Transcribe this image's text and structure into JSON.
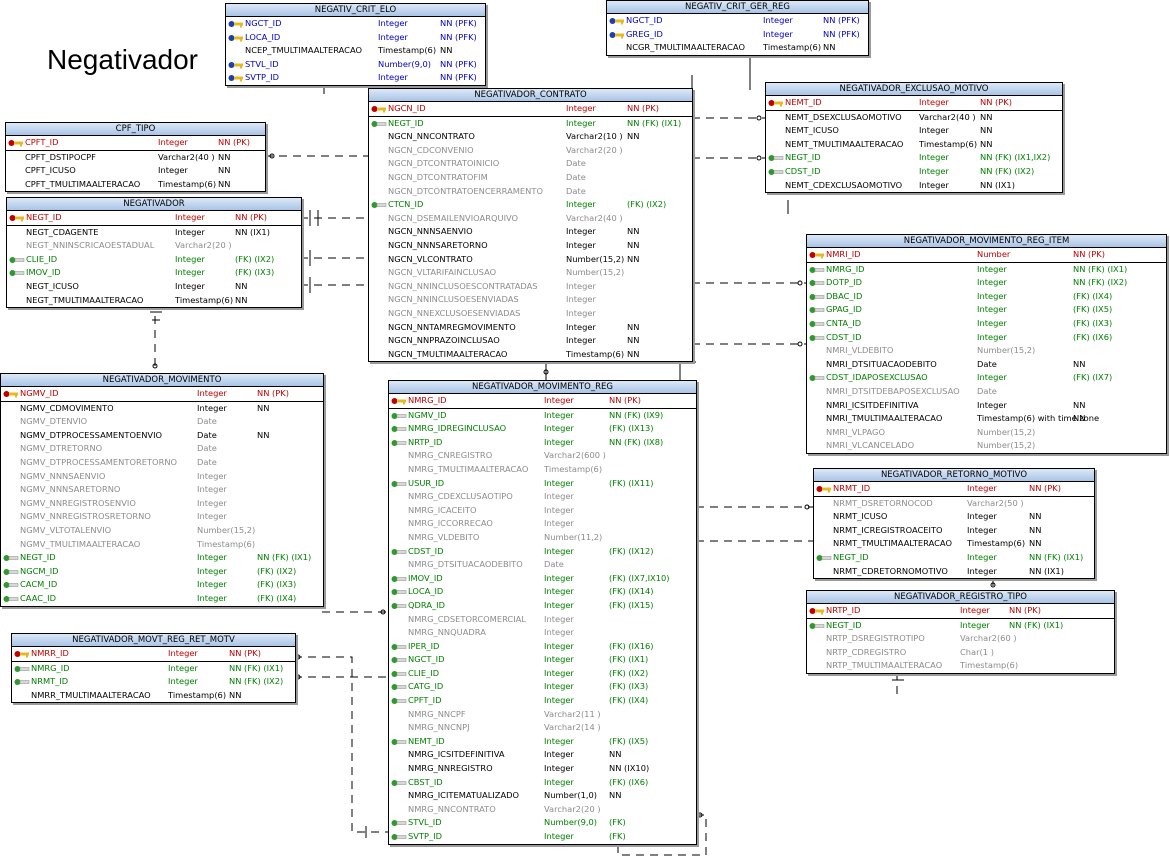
{
  "title": "Negativador",
  "colors": {
    "pk": "#c00000",
    "fk": "#008000",
    "pfk": "#0000c8",
    "nn": "#000000",
    "nullable": "#8c8c8c",
    "header": "#b8cfee"
  },
  "entities": [
    {
      "id": "crit_elo",
      "name": "NEGATIV_CRIT_ELO",
      "cols": [
        [
          "NGCT_ID",
          "Integer",
          "NN (PFK)",
          "pf"
        ],
        [
          "LOCA_ID",
          "Integer",
          "NN (PFK)",
          "pf"
        ],
        [
          "NCEP_TMULTIMAALTERACAO",
          "Timestamp(6)",
          "NN",
          "nn"
        ],
        [
          "STVL_ID",
          "Number(9,0)",
          "NN (PFK)",
          "pf"
        ],
        [
          "SVTP_ID",
          "Integer",
          "NN (PFK)",
          "pf"
        ]
      ]
    },
    {
      "id": "crit_ger",
      "name": "NEGATIV_CRIT_GER_REG",
      "cols": [
        [
          "NGCT_ID",
          "Integer",
          "NN (PFK)",
          "pf"
        ],
        [
          "GREG_ID",
          "Integer",
          "NN (PFK)",
          "pf"
        ],
        [
          "NCGR_TMULTIMAALTERACAO",
          "Timestamp(6)",
          "NN",
          "nn"
        ]
      ]
    },
    {
      "id": "cpf_tipo",
      "name": "CPF_TIPO",
      "cols": [
        [
          "CPFT_ID",
          "Integer",
          "NN (PK)",
          "pk"
        ],
        [
          "CPFT_DSTIPOCPF",
          "Varchar2(40 )",
          "NN",
          "nn"
        ],
        [
          "CPFT_ICUSO",
          "Integer",
          "NN",
          "nn"
        ],
        [
          "CPFT_TMULTIMAALTERACAO",
          "Timestamp(6)",
          "NN",
          "nn"
        ]
      ]
    },
    {
      "id": "negativador",
      "name": "NEGATIVADOR",
      "cols": [
        [
          "NEGT_ID",
          "Integer",
          "NN (PK)",
          "pk"
        ],
        [
          "NEGT_CDAGENTE",
          "Integer",
          "NN        (IX1)",
          "nn"
        ],
        [
          "NEGT_NNINSCRICAOESTADUAL",
          "Varchar2(20 )",
          "",
          "nu"
        ],
        [
          "CLIE_ID",
          "Integer",
          "(FK)  (IX2)",
          "fk"
        ],
        [
          "IMOV_ID",
          "Integer",
          "(FK)  (IX3)",
          "fk"
        ],
        [
          "NEGT_ICUSO",
          "Integer",
          "NN",
          "nn"
        ],
        [
          "NEGT_TMULTIMAALTERACAO",
          "Timestamp(6)",
          "NN",
          "nn"
        ]
      ]
    },
    {
      "id": "contrato",
      "name": "NEGATIVADOR_CONTRATO",
      "cols": [
        [
          "NGCN_ID",
          "Integer",
          "NN (PK)",
          "pk"
        ],
        [
          "NEGT_ID",
          "Integer",
          "NN (FK)  (IX1)",
          "fk"
        ],
        [
          "NGCN_NNCONTRATO",
          "Varchar2(10 )",
          "NN",
          "nn"
        ],
        [
          "NGCN_CDCONVENIO",
          "Varchar2(20 )",
          "",
          "nu"
        ],
        [
          "NGCN_DTCONTRATOINICIO",
          "Date",
          "",
          "nu"
        ],
        [
          "NGCN_DTCONTRATOFIM",
          "Date",
          "",
          "nu"
        ],
        [
          "NGCN_DTCONTRATOENCERRAMENTO",
          "Date",
          "",
          "nu"
        ],
        [
          "CTCN_ID",
          "Integer",
          "(FK)  (IX2)",
          "fk"
        ],
        [
          "NGCN_DSEMAILENVIOARQUIVO",
          "Varchar2(40 )",
          "",
          "nu"
        ],
        [
          "NGCN_NNNSAENVIO",
          "Integer",
          "NN",
          "nn"
        ],
        [
          "NGCN_NNNSARETORNO",
          "Integer",
          "NN",
          "nn"
        ],
        [
          "NGCN_VLCONTRATO",
          "Number(15,2)",
          "NN",
          "nn"
        ],
        [
          "NGCN_VLTARIFAINCLUSAO",
          "Number(15,2)",
          "",
          "nu"
        ],
        [
          "NGCN_NNINCLUSOESCONTRATADAS",
          "Integer",
          "",
          "nu"
        ],
        [
          "NGCN_NNINCLUSOESENVIADAS",
          "Integer",
          "",
          "nu"
        ],
        [
          "NGCN_NNEXCLUSOESENVIADAS",
          "Integer",
          "",
          "nu"
        ],
        [
          "NGCN_NNTAMREGMOVIMENTO",
          "Integer",
          "NN",
          "nn"
        ],
        [
          "NGCN_NNPRAZOINCLUSAO",
          "Integer",
          "NN",
          "nn"
        ],
        [
          "NGCN_TMULTIMAALTERACAO",
          "Timestamp(6)",
          "NN",
          "nn"
        ]
      ]
    },
    {
      "id": "exclusao",
      "name": "NEGATIVADOR_EXCLUSAO_MOTIVO",
      "cols": [
        [
          "NEMT_ID",
          "Integer",
          "NN (PK)",
          "pk"
        ],
        [
          "NEMT_DSEXCLUSAOMOTIVO",
          "Varchar2(40 )",
          "NN",
          "nn"
        ],
        [
          "NEMT_ICUSO",
          "Integer",
          "NN",
          "nn"
        ],
        [
          "NEMT_TMULTIMAALTERACAO",
          "Timestamp(6)",
          "NN",
          "nn"
        ],
        [
          "NEGT_ID",
          "Integer",
          "NN (FK)  (IX1,IX2)",
          "fk"
        ],
        [
          "CDST_ID",
          "Integer",
          "NN (FK)  (IX2)",
          "fk"
        ],
        [
          "NEMT_CDEXCLUSAOMOTIVO",
          "Integer",
          "NN          (IX1)",
          "nn"
        ]
      ]
    },
    {
      "id": "reg_item",
      "name": "NEGATIVADOR_MOVIMENTO_REG_ITEM",
      "cols": [
        [
          "NMRI_ID",
          "Number",
          "NN (PK)",
          "pk"
        ],
        [
          "NMRG_ID",
          "Integer",
          "NN (FK)  (IX1)",
          "fk"
        ],
        [
          "DOTP_ID",
          "Integer",
          "NN (FK)  (IX2)",
          "fk"
        ],
        [
          "DBAC_ID",
          "Integer",
          "(FK)  (IX4)",
          "fk"
        ],
        [
          "GPAG_ID",
          "Integer",
          "(FK)  (IX5)",
          "fk"
        ],
        [
          "CNTA_ID",
          "Integer",
          "(FK)  (IX3)",
          "fk"
        ],
        [
          "CDST_ID",
          "Integer",
          "(FK)  (IX6)",
          "fk"
        ],
        [
          "NMRI_VLDEBITO",
          "Number(15,2)",
          "",
          "nu"
        ],
        [
          "NMRI_DTSITUACAODEBITO",
          "Date",
          "NN",
          "nn"
        ],
        [
          "CDST_IDAPOSEXCLUSAO",
          "Integer",
          "(FK)  (IX7)",
          "fk"
        ],
        [
          "NMRI_DTSITDEBAPOSEXCLUSAO",
          "Date",
          "",
          "nu"
        ],
        [
          "NMRI_ICSITDEFINITIVA",
          "Integer",
          "NN",
          "nn"
        ],
        [
          "NMRI_TMULTIMAALTERACAO",
          "Timestamp(6) with time zone",
          "NN",
          "nn"
        ],
        [
          "NMRI_VLPAGO",
          "Number(15,2)",
          "",
          "nu"
        ],
        [
          "NMRI_VLCANCELADO",
          "Number(15,2)",
          "",
          "nu"
        ]
      ]
    },
    {
      "id": "movimento",
      "name": "NEGATIVADOR_MOVIMENTO",
      "cols": [
        [
          "NGMV_ID",
          "Integer",
          "NN (PK)",
          "pk"
        ],
        [
          "NGMV_CDMOVIMENTO",
          "Integer",
          "NN",
          "nn"
        ],
        [
          "NGMV_DTENVIO",
          "Date",
          "",
          "nu"
        ],
        [
          "NGMV_DTPROCESSAMENTOENVIO",
          "Date",
          "NN",
          "nn"
        ],
        [
          "NGMV_DTRETORNO",
          "Date",
          "",
          "nu"
        ],
        [
          "NGMV_DTPROCESSAMENTORETORNO",
          "Date",
          "",
          "nu"
        ],
        [
          "NGMV_NNNSAENVIO",
          "Integer",
          "",
          "nu"
        ],
        [
          "NGMV_NNNSARETORNO",
          "Integer",
          "",
          "nu"
        ],
        [
          "NGMV_NNREGISTROSENVIO",
          "Integer",
          "",
          "nu"
        ],
        [
          "NGMV_NNREGISTROSRETORNO",
          "Integer",
          "",
          "nu"
        ],
        [
          "NGMV_VLTOTALENVIO",
          "Number(15,2)",
          "",
          "nu"
        ],
        [
          "NGMV_TMULTIMAALTERACAO",
          "Timestamp(6)",
          "",
          "nu"
        ],
        [
          "NEGT_ID",
          "Integer",
          "NN (FK)  (IX1)",
          "fk"
        ],
        [
          "NGCM_ID",
          "Integer",
          "(FK)  (IX2)",
          "fk"
        ],
        [
          "CACM_ID",
          "Integer",
          "(FK)  (IX3)",
          "fk"
        ],
        [
          "CAAC_ID",
          "Integer",
          "(FK)  (IX4)",
          "fk"
        ]
      ]
    },
    {
      "id": "mov_reg",
      "name": "NEGATIVADOR_MOVIMENTO_REG",
      "cols": [
        [
          "NMRG_ID",
          "Integer",
          "NN (PK)",
          "pk"
        ],
        [
          "NGMV_ID",
          "Integer",
          "NN (FK)  (IX9)",
          "fk"
        ],
        [
          "NMRG_IDREGINCLUSAO",
          "Integer",
          "(FK)  (IX13)",
          "fk"
        ],
        [
          "NRTP_ID",
          "Integer",
          "NN (FK)  (IX8)",
          "fk"
        ],
        [
          "NMRG_CNREGISTRO",
          "Varchar2(600 )",
          "",
          "nu"
        ],
        [
          "NMRG_TMULTIMAALTERACAO",
          "Timestamp(6)",
          "",
          "nu"
        ],
        [
          "USUR_ID",
          "Integer",
          "(FK)  (IX11)",
          "fk"
        ],
        [
          "NMRG_CDEXCLUSAOTIPO",
          "Integer",
          "",
          "nu"
        ],
        [
          "NMRG_ICACEITO",
          "Integer",
          "",
          "nu"
        ],
        [
          "NMRG_ICCORRECAO",
          "Integer",
          "",
          "nu"
        ],
        [
          "NMRG_VLDEBITO",
          "Number(11,2)",
          "",
          "nu"
        ],
        [
          "CDST_ID",
          "Integer",
          "(FK)  (IX12)",
          "fk"
        ],
        [
          "NMRG_DTSITUACAODEBITO",
          "Date",
          "",
          "nu"
        ],
        [
          "IMOV_ID",
          "Integer",
          "(FK)  (IX7,IX10)",
          "fk"
        ],
        [
          "LOCA_ID",
          "Integer",
          "(FK)  (IX14)",
          "fk"
        ],
        [
          "QDRA_ID",
          "Integer",
          "(FK)  (IX15)",
          "fk"
        ],
        [
          "NMRG_CDSETORCOMERCIAL",
          "Integer",
          "",
          "nu"
        ],
        [
          "NMRG_NNQUADRA",
          "Integer",
          "",
          "nu"
        ],
        [
          "IPER_ID",
          "Integer",
          "(FK)  (IX16)",
          "fk"
        ],
        [
          "NGCT_ID",
          "Integer",
          "(FK)  (IX1)",
          "fk"
        ],
        [
          "CLIE_ID",
          "Integer",
          "(FK)  (IX2)",
          "fk"
        ],
        [
          "CATG_ID",
          "Integer",
          "(FK)  (IX3)",
          "fk"
        ],
        [
          "CPFT_ID",
          "Integer",
          "(FK)  (IX4)",
          "fk"
        ],
        [
          "NMRG_NNCPF",
          "Varchar2(11 )",
          "",
          "nu"
        ],
        [
          "NMRG_NNCNPJ",
          "Varchar2(14 )",
          "",
          "nu"
        ],
        [
          "NEMT_ID",
          "Integer",
          "(FK)  (IX5)",
          "fk"
        ],
        [
          "NMRG_ICSITDEFINITIVA",
          "Integer",
          "NN",
          "nn"
        ],
        [
          "NMRG_NNREGISTRO",
          "Integer",
          "NN        (IX10)",
          "nn"
        ],
        [
          "CBST_ID",
          "Integer",
          "(FK)  (IX6)",
          "fk"
        ],
        [
          "NMRG_ICITEMATUALIZADO",
          "Number(1,0)",
          "NN",
          "nn"
        ],
        [
          "NMRG_NNCONTRATO",
          "Varchar2(20 )",
          "",
          "nu"
        ],
        [
          "STVL_ID",
          "Number(9,0)",
          "(FK)",
          "fk"
        ],
        [
          "SVTP_ID",
          "Integer",
          "(FK)",
          "fk"
        ]
      ]
    },
    {
      "id": "ret_motv",
      "name": "NEGATIVADOR_MOVT_REG_RET_MOTV",
      "cols": [
        [
          "NMRR_ID",
          "Integer",
          "NN (PK)",
          "pk"
        ],
        [
          "NMRG_ID",
          "Integer",
          "NN (FK)  (IX1)",
          "fk"
        ],
        [
          "NRMT_ID",
          "Integer",
          "NN (FK)  (IX2)",
          "fk"
        ],
        [
          "NMRR_TMULTIMAALTERACAO",
          "Timestamp(6)",
          "NN",
          "nn"
        ]
      ]
    },
    {
      "id": "retorno",
      "name": "NEGATIVADOR_RETORNO_MOTIVO",
      "cols": [
        [
          "NRMT_ID",
          "Integer",
          "NN (PK)",
          "pk"
        ],
        [
          "NRMT_DSRETORNOCOD",
          "Varchar2(50 )",
          "",
          "nu"
        ],
        [
          "NRMT_ICUSO",
          "Integer",
          "NN",
          "nn"
        ],
        [
          "NRMT_ICREGISTROACEITO",
          "Integer",
          "NN",
          "nn"
        ],
        [
          "NRMT_TMULTIMAALTERACAO",
          "Timestamp(6)",
          "NN",
          "nn"
        ],
        [
          "NEGT_ID",
          "Integer",
          "NN (FK)  (IX1)",
          "fk"
        ],
        [
          "NRMT_CDRETORNOMOTIVO",
          "Integer",
          "NN          (IX1)",
          "nn"
        ]
      ]
    },
    {
      "id": "reg_tipo",
      "name": "NEGATIVADOR_REGISTRO_TIPO",
      "cols": [
        [
          "NRTP_ID",
          "Integer",
          "NN (PK)",
          "pk"
        ],
        [
          "NEGT_ID",
          "Integer",
          "NN (FK)  (IX1)",
          "fk"
        ],
        [
          "NRTP_DSREGISTROTIPO",
          "Varchar2(60 )",
          "",
          "nu"
        ],
        [
          "NRTP_CDREGISTRO",
          "Char(1 )",
          "",
          "nu"
        ],
        [
          "NRTP_TMULTIMAALTERACAO",
          "Timestamp(6)",
          "",
          "nu"
        ]
      ]
    }
  ]
}
